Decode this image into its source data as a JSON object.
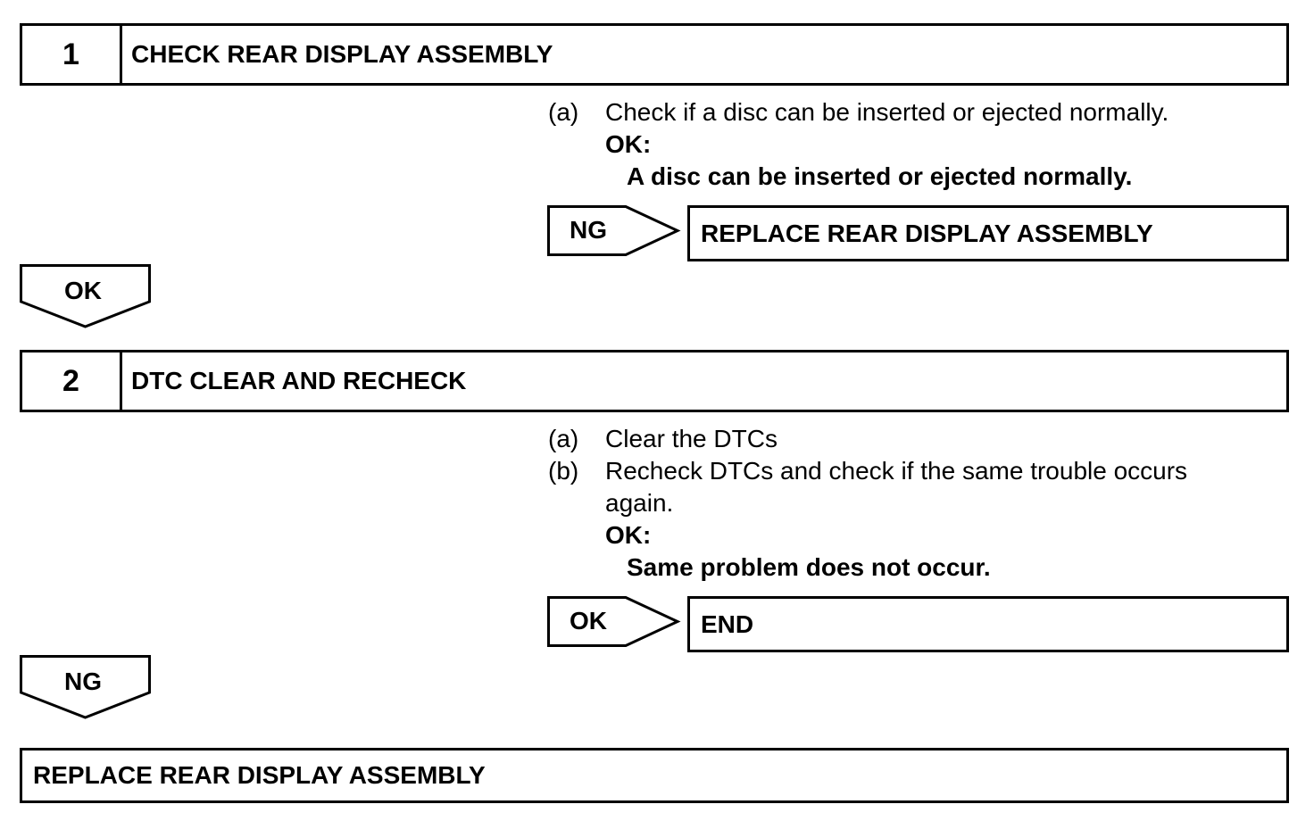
{
  "steps": [
    {
      "number": "1",
      "title": "CHECK REAR DISPLAY ASSEMBLY",
      "instructions": [
        {
          "marker": "(a)",
          "text": "Check if a disc can be inserted or ejected normally."
        }
      ],
      "ok_label": "OK:",
      "ok_condition": "A disc can be inserted or ejected normally.",
      "branch": {
        "label": "NG",
        "result": "REPLACE REAR DISPLAY ASSEMBLY"
      },
      "continue_label": "OK"
    },
    {
      "number": "2",
      "title": "DTC CLEAR AND RECHECK",
      "instructions": [
        {
          "marker": "(a)",
          "text": "Clear the DTCs"
        },
        {
          "marker": "(b)",
          "text": "Recheck DTCs and check if the same trouble occurs",
          "text2": "again."
        }
      ],
      "ok_label": "OK:",
      "ok_condition": "Same problem does not occur.",
      "branch": {
        "label": "OK",
        "result": "END"
      },
      "continue_label": "NG"
    }
  ],
  "final_action": "REPLACE REAR DISPLAY ASSEMBLY"
}
